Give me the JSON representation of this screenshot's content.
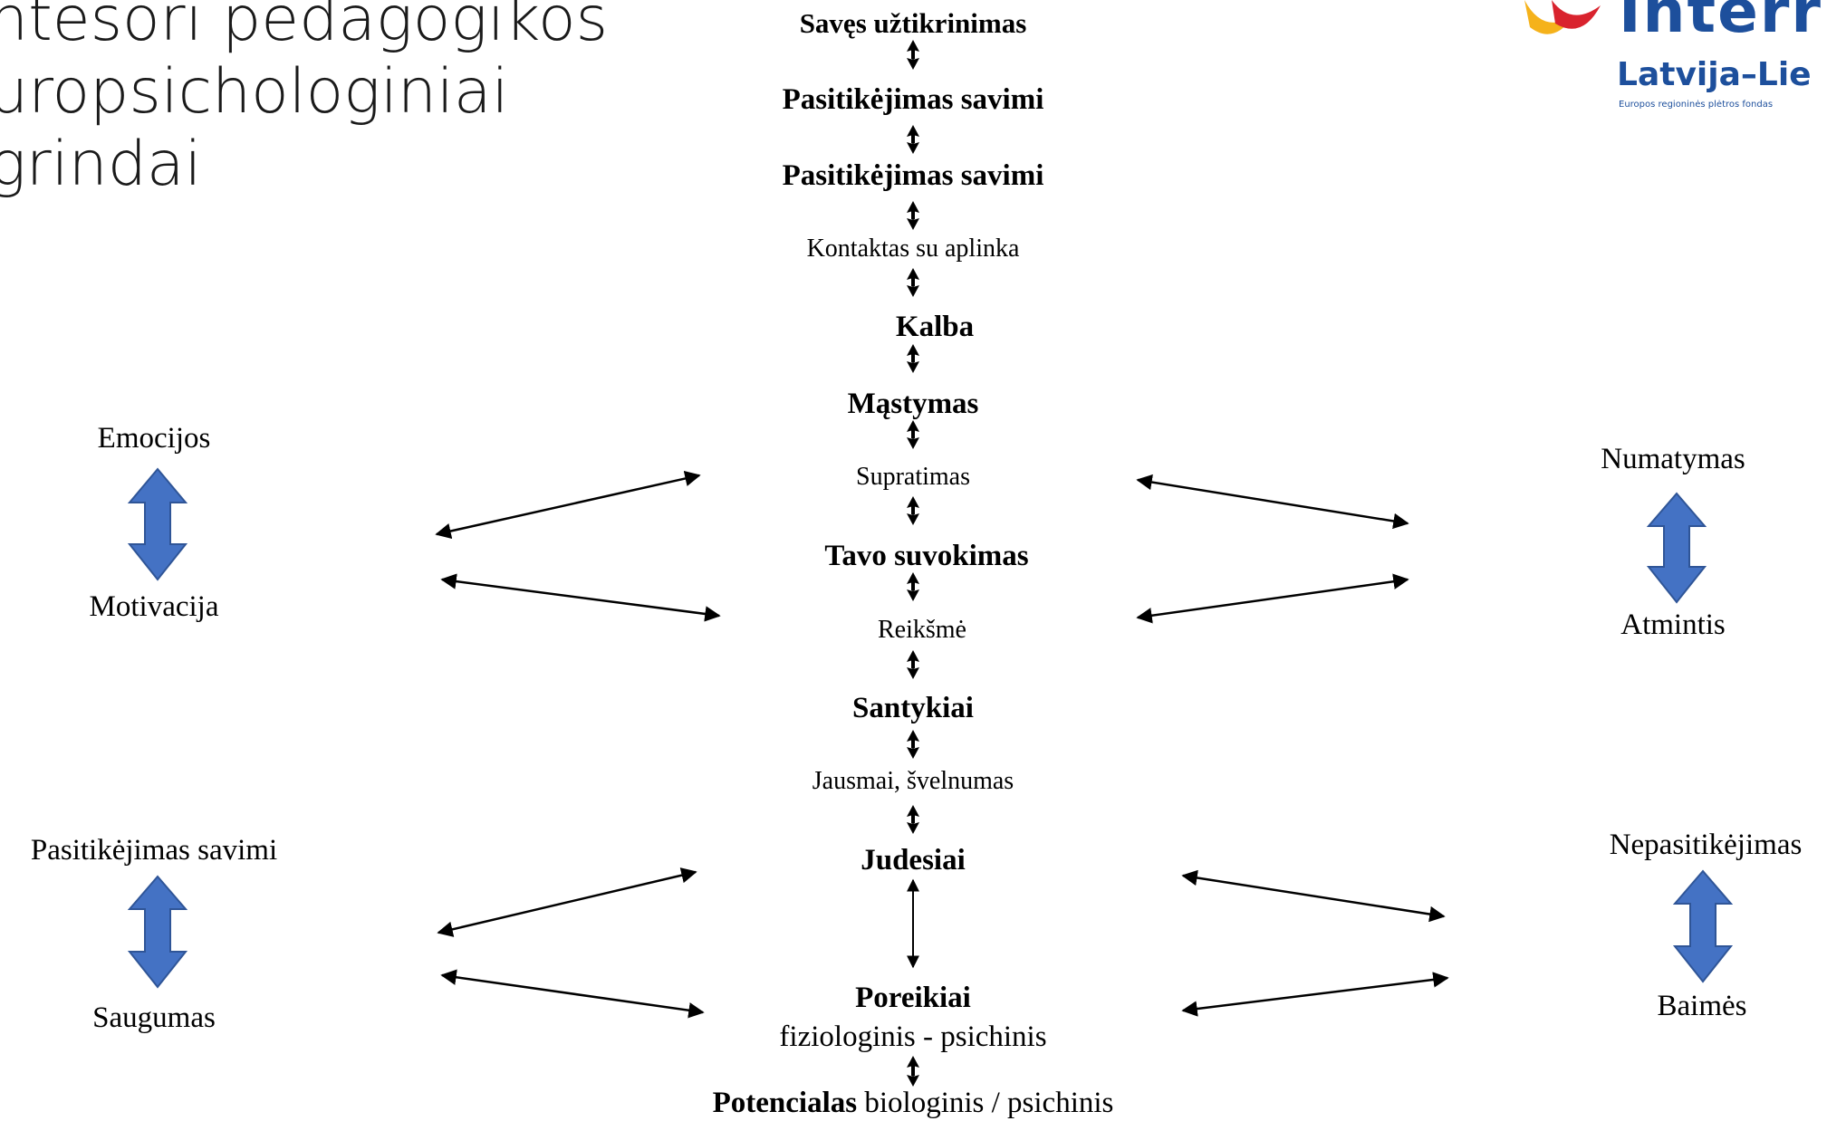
{
  "title": {
    "line1": "ntesori pedagogikos",
    "line2": "uropsichologiniai",
    "line3": "grindai"
  },
  "logo": {
    "word": "Interr",
    "subtitle": "Latvija–Lie",
    "fund": "Europos regioninės plėtros fondas",
    "colors": {
      "blue": "#1d4f9c",
      "red": "#d9232e",
      "yellow": "#f5b21b"
    }
  },
  "center": {
    "self_assurance": "Savęs užtikrinimas",
    "self_confidence_1": "Pasitikėjimas savimi",
    "self_confidence_2": "Pasitikėjimas savimi",
    "contact": "Kontaktas su aplinka",
    "speech": "Kalba",
    "thinking": "Mąstymas",
    "understanding": "Supratimas",
    "your_perception": "Tavo suvokimas",
    "meaning": "Reikšmė",
    "relations": "Santykiai",
    "feelings": "Jausmai, švelnumas",
    "movements": "Judesiai",
    "needs": "Poreikiai",
    "needs_sub": "fiziologinis - psichinis",
    "potential_bold": "Potencialas",
    "potential_rest": " biologinis / psichinis"
  },
  "left": {
    "top_upper": "Emocijos",
    "top_lower": "Motivacija",
    "bottom_upper": "Pasitikėjimas savimi",
    "bottom_lower": "Saugumas"
  },
  "right": {
    "top_upper": "Numatymas",
    "top_lower": "Atmintis",
    "bottom_upper": "Nepasitikėjimas",
    "bottom_lower": "Baimės"
  },
  "colors": {
    "block_arrow": "#4472c4",
    "block_arrow_stroke": "#2f5597",
    "line": "#000000"
  }
}
